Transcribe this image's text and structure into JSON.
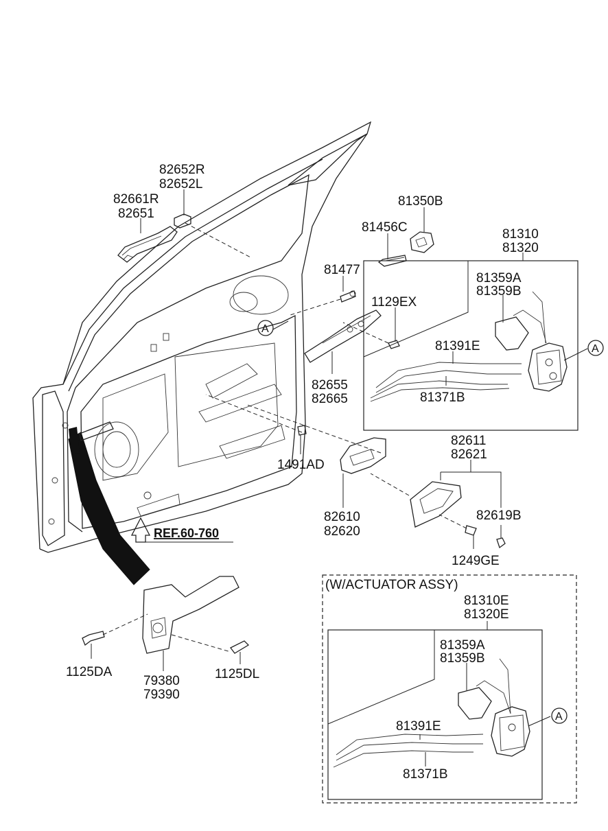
{
  "labels": {
    "p82652R": "82652R",
    "p82652L": "82652L",
    "p82661R": "82661R",
    "p82651": "82651",
    "p81350B": "81350B",
    "p81456C": "81456C",
    "p81310": "81310",
    "p81320": "81320",
    "p81477": "81477",
    "p81359A": "81359A",
    "p81359B": "81359B",
    "p1129EX": "1129EX",
    "p81391E": "81391E",
    "p81371B": "81371B",
    "p82655": "82655",
    "p82665": "82665",
    "p82611": "82611",
    "p82621": "82621",
    "p1491AD": "1491AD",
    "p82610": "82610",
    "p82620": "82620",
    "p82619B": "82619B",
    "p1249GE": "1249GE",
    "ref": "REF.60-760",
    "actuator_note": "(W/ACTUATOR ASSY)",
    "p81310E": "81310E",
    "p81320E": "81320E",
    "p81359A_b": "81359A",
    "p81359B_b": "81359B",
    "p81391E_b": "81391E",
    "p81371B_b": "81371B",
    "p1125DA": "1125DA",
    "p79380": "79380",
    "p79390": "79390",
    "p1125DL": "1125DL"
  },
  "callouts": {
    "a1": "A",
    "a2": "A",
    "a3": "A"
  }
}
